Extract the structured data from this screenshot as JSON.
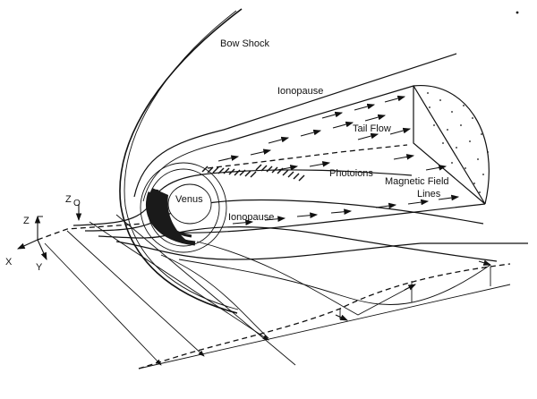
{
  "labels": {
    "bow_shock": "Bow Shock",
    "ionopause_top": "Ionopause",
    "tail_flow": "Tail Flow",
    "photoions": "Photoions",
    "magnetic_field_1": "Magnetic Field",
    "magnetic_field_2": "Lines",
    "venus": "Venus",
    "ionopause_inner": "Ionopause",
    "z0": "Z",
    "z0_sub": "O",
    "axis_z": "Z",
    "axis_x": "X",
    "axis_y": "Y"
  },
  "colors": {
    "ink": "#111111",
    "paper": "#ffffff",
    "planet": "#1a1a1a"
  }
}
